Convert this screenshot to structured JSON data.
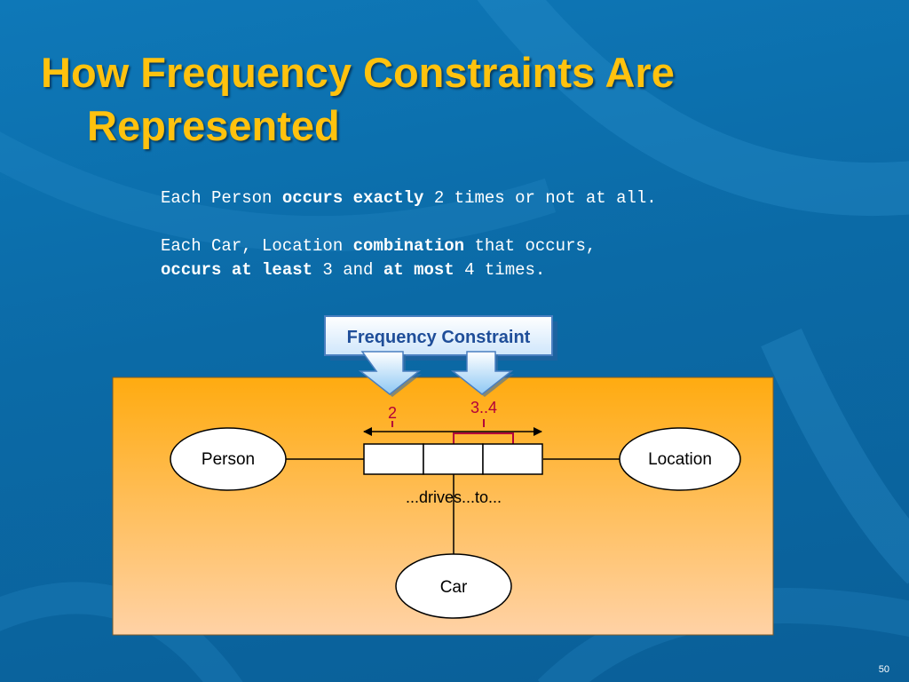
{
  "slide": {
    "title_line1": "How Frequency Constraints Are",
    "title_line2": "Represented",
    "page_number": "50"
  },
  "text": {
    "line1": {
      "a": "Each Person ",
      "b": "occurs exactly",
      "c": " 2 times or not at all."
    },
    "line2": {
      "a": "Each Car, Location ",
      "b": "combination",
      "c": " that occurs,"
    },
    "line3": {
      "a": "occurs at least",
      "b": " 3 and ",
      "c": "at most",
      "d": " 4 times."
    }
  },
  "diagram": {
    "callout_label": "Frequency Constraint",
    "constraint_single": "2",
    "constraint_range": "3..4",
    "fact_label": "...drives...to...",
    "entities": {
      "person": "Person",
      "location": "Location",
      "car": "Car"
    },
    "colors": {
      "panel_top": "#ffab10",
      "panel_bottom": "#ffd2a6",
      "constraint": "#b3003a",
      "callout_text": "#1f4e99",
      "title": "#ffc20e"
    }
  }
}
